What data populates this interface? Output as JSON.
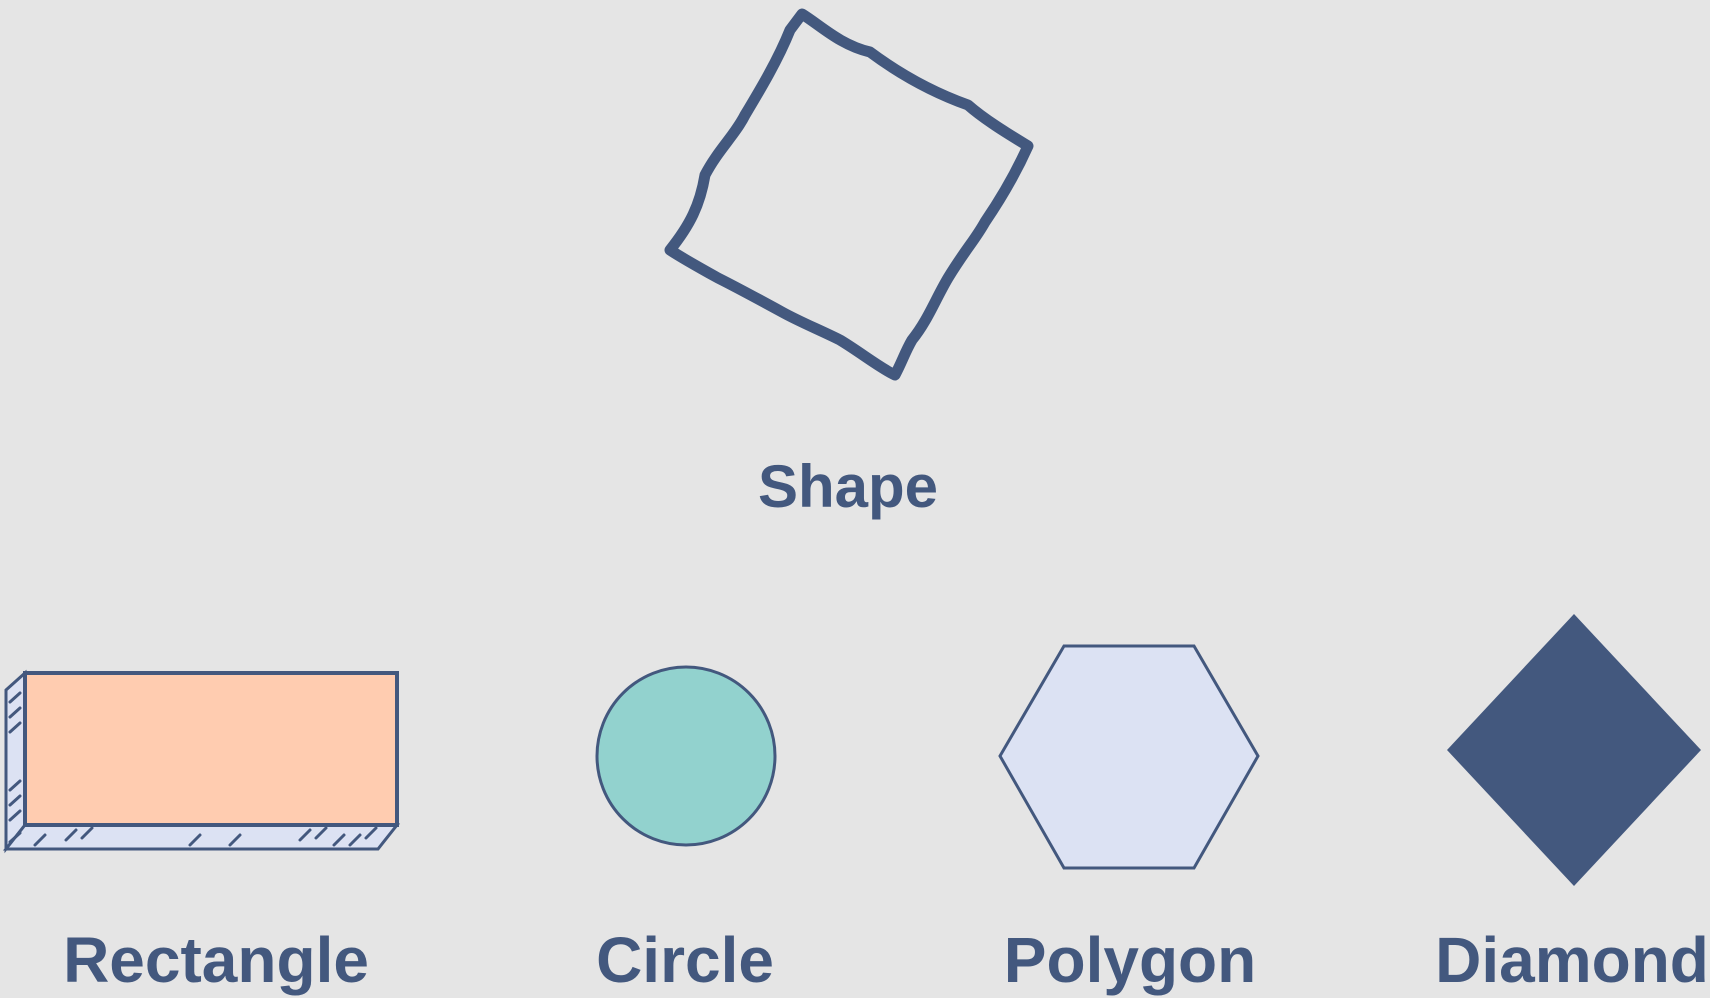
{
  "diagram": {
    "parent": {
      "label": "Shape"
    },
    "children": [
      {
        "label": "Rectangle"
      },
      {
        "label": "Circle"
      },
      {
        "label": "Polygon"
      },
      {
        "label": "Diamond"
      }
    ]
  },
  "colors": {
    "background": "#e5e5e5",
    "stroke": "#43587e",
    "rectangle_fill": "#ffccb0",
    "circle_fill": "#92d2ce",
    "polygon_fill": "#dce2f3",
    "diamond_fill": "#43587e"
  }
}
